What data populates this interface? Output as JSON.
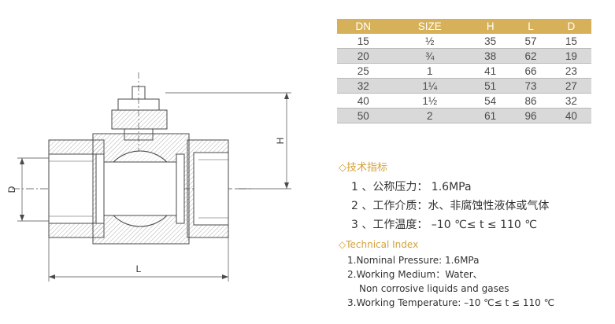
{
  "drawing": {
    "label_h": "H",
    "label_d": "D",
    "label_l": "L"
  },
  "table": {
    "headers": [
      "DN",
      "SIZE",
      "H",
      "L",
      "D"
    ],
    "rows": [
      [
        "15",
        "½",
        "35",
        "57",
        "15"
      ],
      [
        "20",
        "¾",
        "38",
        "62",
        "19"
      ],
      [
        "25",
        "1",
        "41",
        "66",
        "23"
      ],
      [
        "32",
        "1¼",
        "51",
        "73",
        "27"
      ],
      [
        "40",
        "1½",
        "54",
        "86",
        "32"
      ],
      [
        "50",
        "2",
        "61",
        "96",
        "40"
      ]
    ]
  },
  "tech_cn": {
    "title": "◇技术指标",
    "line1": "1 、公称压力： 1.6MPa",
    "line2": "2 、工作介质：水、非腐蚀性液体或气体",
    "line3": "3 、工作温度： –10 ℃≤ t ≤ 110 ℃"
  },
  "tech_en": {
    "title": "◇Technical Index",
    "line1": "1.Nominal Pressure: 1.6MPa",
    "line2": "2.Working Medium：Water、",
    "line2b": "Non corrosive liquids and gases",
    "line3": "3.Working Temperature: –10 ℃≤ t ≤ 110 ℃"
  },
  "colors": {
    "accent": "#d7b15a",
    "row_alt": "#d9d9d9",
    "line": "#4a4a4a"
  }
}
